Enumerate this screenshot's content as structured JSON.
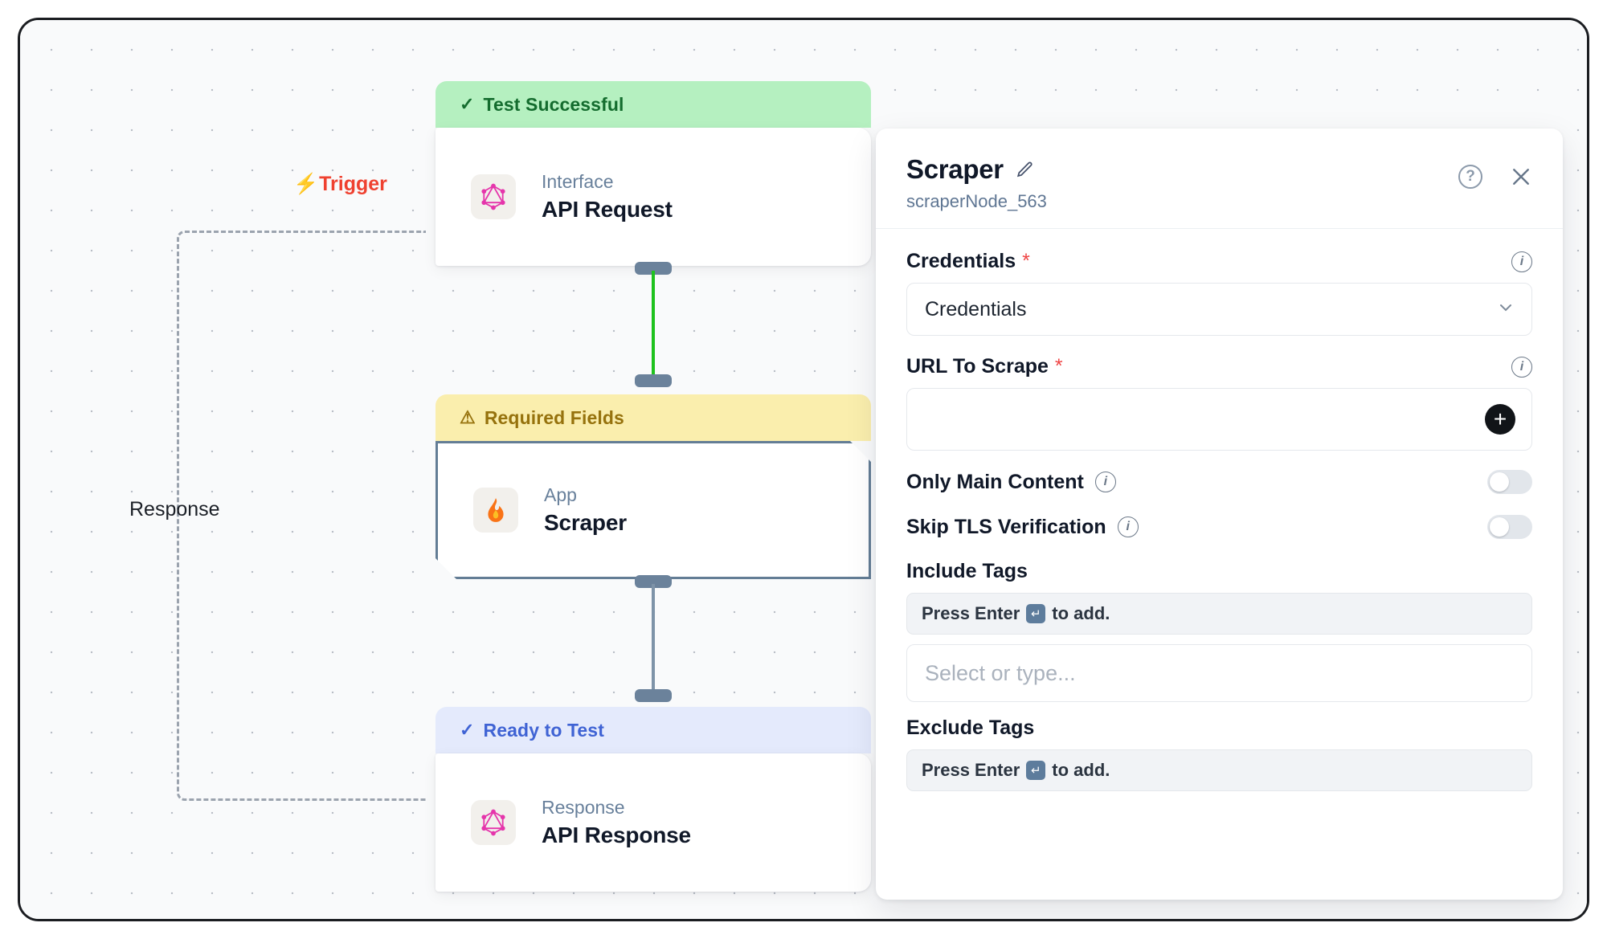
{
  "flow": {
    "labels": {
      "trigger": "Trigger",
      "trigger_icon": "lightning-bolt-icon",
      "response": "Response"
    },
    "nodes": [
      {
        "status": "Test Successful",
        "status_kind": "success",
        "status_icon": "check-icon",
        "kind": "Interface",
        "title": "API Request",
        "icon": "graphql-icon"
      },
      {
        "status": "Required Fields",
        "status_kind": "warn",
        "status_icon": "warning-triangle-icon",
        "kind": "App",
        "title": "Scraper",
        "icon": "flame-icon"
      },
      {
        "status": "Ready to Test",
        "status_kind": "ready",
        "status_icon": "check-icon",
        "kind": "Response",
        "title": "API Response",
        "icon": "graphql-icon"
      }
    ],
    "connector_colors": {
      "active": "#1ec21e",
      "idle": "#7e93a8"
    }
  },
  "panel": {
    "title": "Scraper",
    "subtitle": "scraperNode_563",
    "edit_icon": "pencil-icon",
    "help_label": "?",
    "help_icon": "help-circle-icon",
    "close_label": "✕",
    "close_icon": "close-icon",
    "fields": {
      "credentials": {
        "label": "Credentials",
        "required": "*",
        "value": "Credentials",
        "info_icon": "info-icon",
        "chevron_icon": "chevron-down-icon"
      },
      "url_to_scrape": {
        "label": "URL To Scrape",
        "required": "*",
        "value": "",
        "info_icon": "info-icon",
        "add_label": "+",
        "add_icon": "plus-icon"
      },
      "only_main_content": {
        "label": "Only Main Content",
        "info_icon": "info-icon",
        "enabled": false
      },
      "skip_tls_verification": {
        "label": "Skip TLS Verification",
        "info_icon": "info-icon",
        "enabled": false
      },
      "include_tags": {
        "label": "Include Tags",
        "hint_prefix": "Press Enter",
        "hint_key": "↵",
        "hint_suffix": "to add.",
        "placeholder": "Select or type..."
      },
      "exclude_tags": {
        "label": "Exclude Tags",
        "hint_prefix": "Press Enter",
        "hint_key": "↵",
        "hint_suffix": "to add."
      }
    }
  },
  "colors": {
    "accent_success": "#1ec21e",
    "accent_trigger": "#ef4130",
    "badge_success_bg": "#b5f0c0",
    "badge_warn_bg": "#faeead",
    "badge_ready_bg": "#e4eafc",
    "node_selected_border": "#637d95"
  }
}
